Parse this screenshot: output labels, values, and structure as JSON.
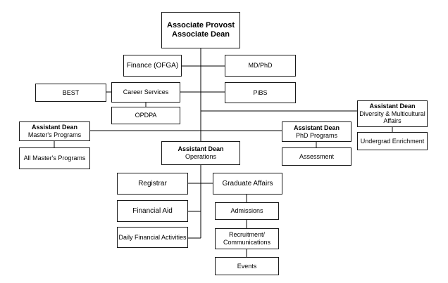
{
  "nodes": {
    "provost": {
      "line1": "Associate Provost",
      "line2": "Associate Dean"
    },
    "finance": {
      "label": "Finance (OFGA)"
    },
    "mdphd": {
      "label": "MD/PhD"
    },
    "best": {
      "label": "BEST"
    },
    "career_services": {
      "label": "Career Services"
    },
    "pibs": {
      "label": "PiBS"
    },
    "opdpa": {
      "label": "OPDPA"
    },
    "diversity": {
      "title": "Assistant Dean",
      "subtitle": "Diversity & Multicultural Affairs"
    },
    "masters": {
      "title": "Assistant Dean",
      "subtitle": "Master's Programs"
    },
    "phd": {
      "title": "Assistant Dean",
      "subtitle": "PhD Programs"
    },
    "undergrad": {
      "label": "Undergrad Enrichment"
    },
    "operations": {
      "title": "Assistant Dean",
      "subtitle": "Operations"
    },
    "all_masters": {
      "label": "All Master's Programs"
    },
    "assessment": {
      "label": "Assessment"
    },
    "registrar": {
      "label": "Registrar"
    },
    "graduate_affairs": {
      "label": "Graduate Affairs"
    },
    "financial_aid": {
      "label": "Financial Aid"
    },
    "admissions": {
      "label": "Admissions"
    },
    "daily_financial": {
      "label": "Daily Financial Activities"
    },
    "recruitment": {
      "line1": "Recruitment/",
      "line2": "Communications"
    },
    "events": {
      "label": "Events"
    }
  }
}
